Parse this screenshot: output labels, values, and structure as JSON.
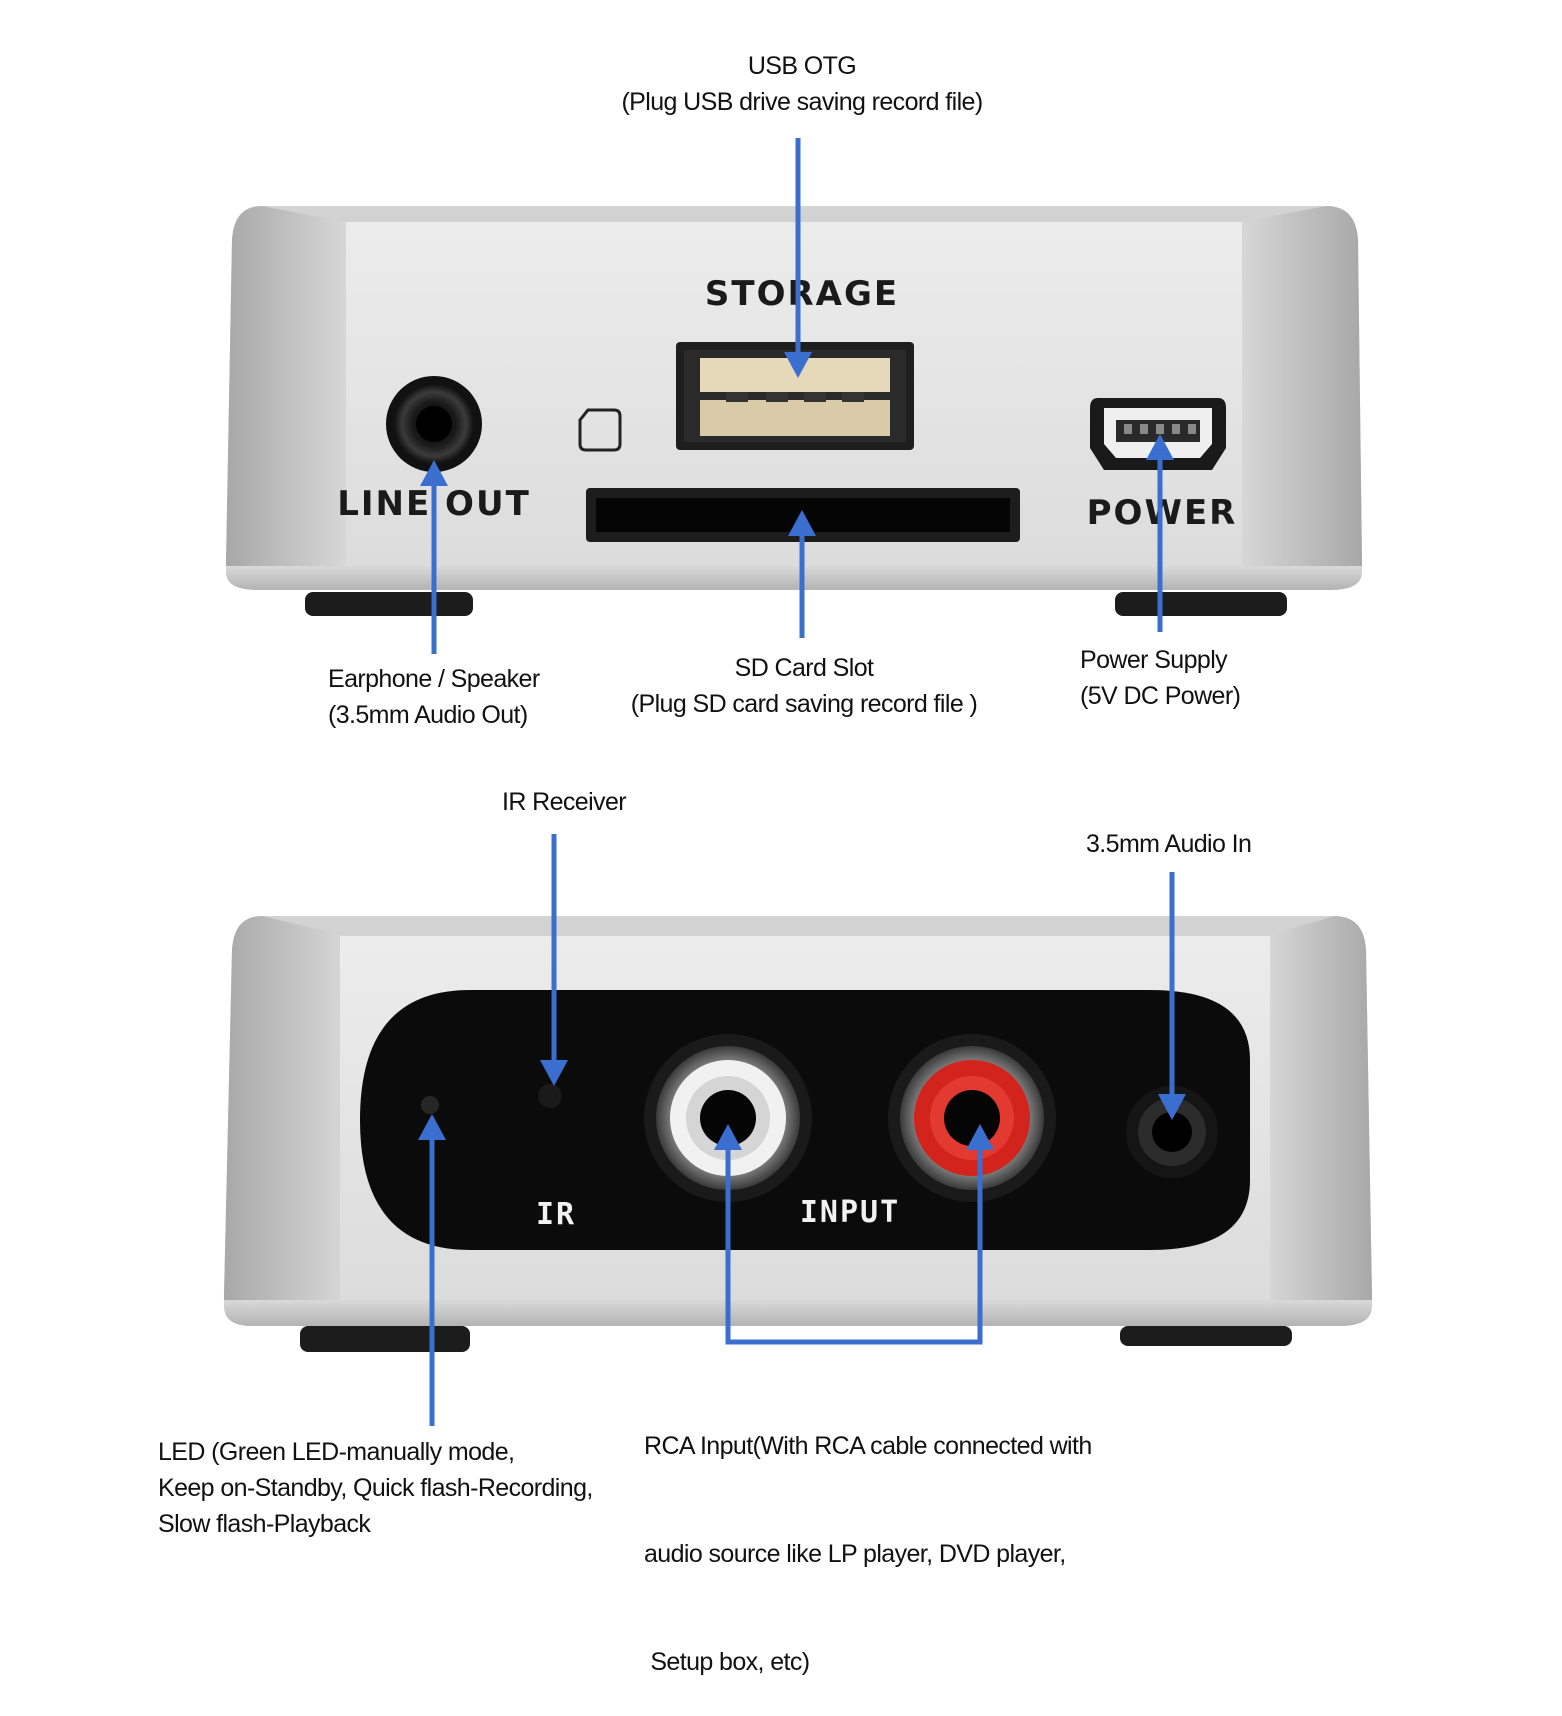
{
  "colors": {
    "arrow": "#3a6fd0",
    "silver_light": "#e6e6e6",
    "silver_mid": "#c9c9c9",
    "silver_dark": "#a9a9a9",
    "panel_black": "#0c0c0c",
    "rca_red": "#d2231c",
    "rca_white": "#f1f1f1",
    "usb_beige": "#e5d8b8"
  },
  "icons": [
    "headphone-jack-icon",
    "usb-port-icon",
    "sd-card-slot-icon",
    "mini-usb-port-icon",
    "led-indicator-icon",
    "ir-sensor-icon",
    "rca-jack-icon"
  ],
  "top_device": {
    "labels": {
      "storage": "STORAGE",
      "line_out": "LINE OUT",
      "power": "POWER"
    }
  },
  "bottom_device": {
    "labels": {
      "ir": "IR",
      "input": "INPUT"
    }
  },
  "callouts": {
    "usb_otg": [
      "USB OTG",
      "(Plug USB drive saving record file)"
    ],
    "earphone": [
      "Earphone / Speaker",
      "(3.5mm Audio Out)"
    ],
    "sd_card": [
      "SD Card Slot",
      "(Plug SD card saving record file )"
    ],
    "power_supply": [
      "Power Supply",
      "(5V DC Power)"
    ],
    "ir_receiver": [
      "IR Receiver"
    ],
    "audio_in": [
      "3.5mm Audio In"
    ],
    "rca_input": [
      "RCA Input(With RCA cable connected with",
      "audio source like LP player, DVD player,",
      " Setup box, etc)"
    ],
    "led": [
      "LED (Green LED-manually mode,",
      "Keep on-Standby, Quick flash-Recording,",
      "Slow flash-Playback"
    ]
  }
}
